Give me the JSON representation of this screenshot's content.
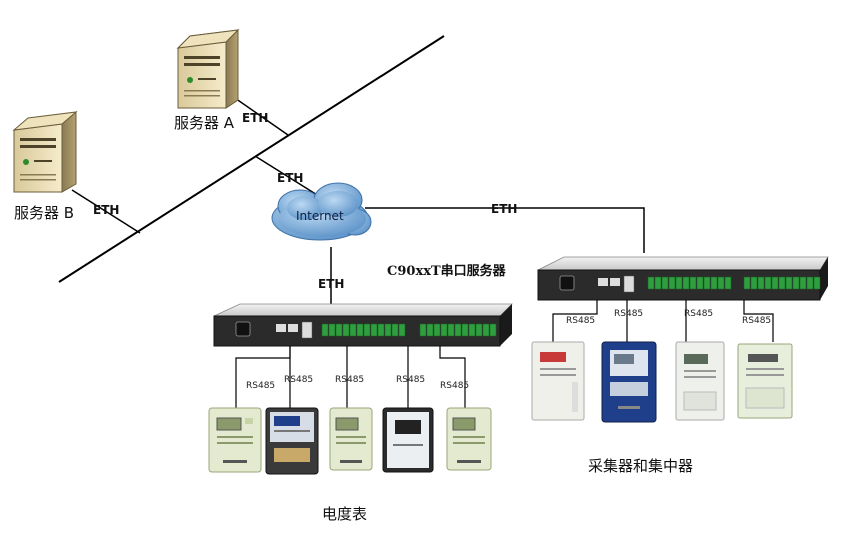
{
  "labels": {
    "server_a": "服务器 A",
    "server_b": "服务器 B",
    "internet": "Internet",
    "eth": "ETH",
    "rs485": "RS485",
    "device_title": "C90xxT串口服务器",
    "meters_caption": "电度表",
    "collectors_caption": "采集器和集中器"
  },
  "colors": {
    "line": "#000000",
    "cloud": "#6fa8dc",
    "terminal_green": "#2e9e3e",
    "rack_dark": "#2b2b2b",
    "meter_body": "#e8edd8",
    "meter_blue": "#1f3f8a"
  }
}
